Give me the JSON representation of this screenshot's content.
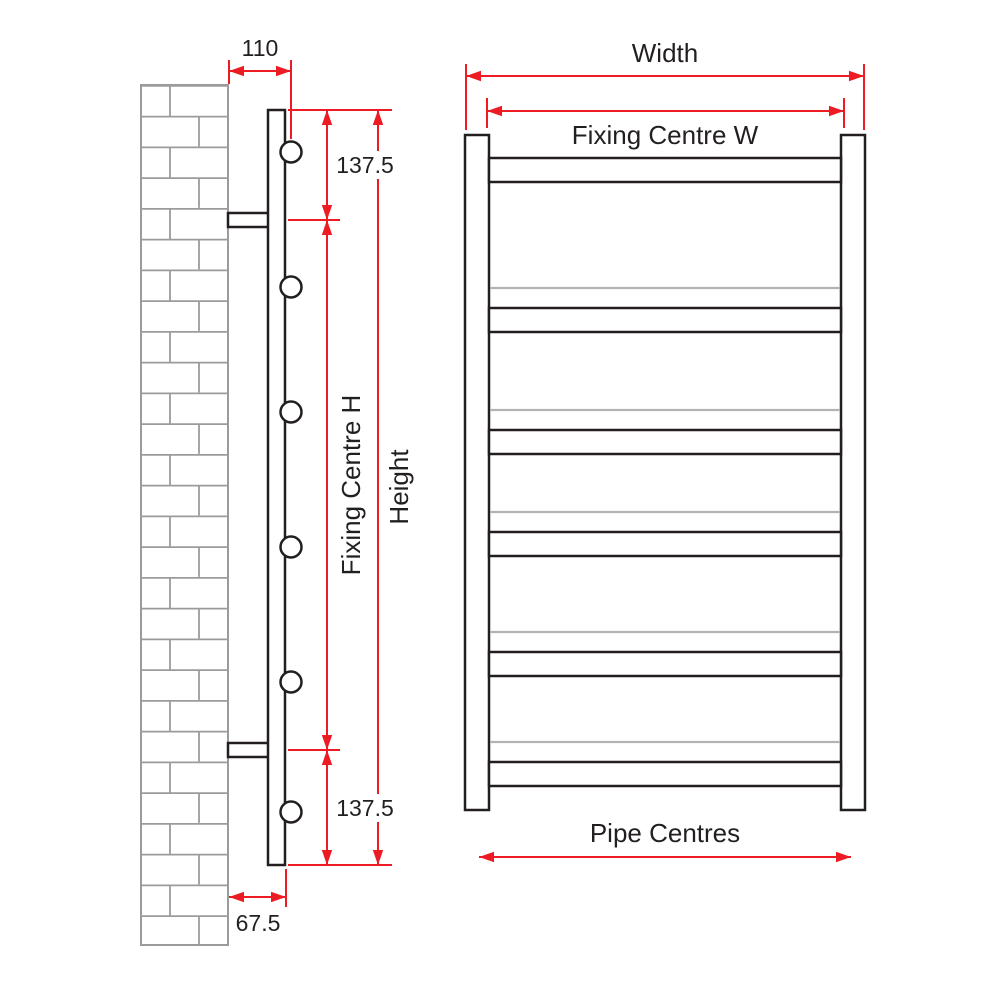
{
  "colors": {
    "dimension": "#ed1c24",
    "outline": "#231f20",
    "brick": "#9b9b9b",
    "rung_accent": "#b3b3b3",
    "background": "#ffffff"
  },
  "side_view": {
    "wall_offset_label": "110",
    "fixing_top_label": "137.5",
    "fixing_centre_h_label": "Fixing Centre H",
    "height_label": "Height",
    "fixing_bottom_label": "137.5",
    "pipe_wall_offset_label": "67.5"
  },
  "front_view": {
    "width_label": "Width",
    "fixing_centre_w_label": "Fixing Centre W",
    "pipe_centres_label": "Pipe Centres"
  }
}
